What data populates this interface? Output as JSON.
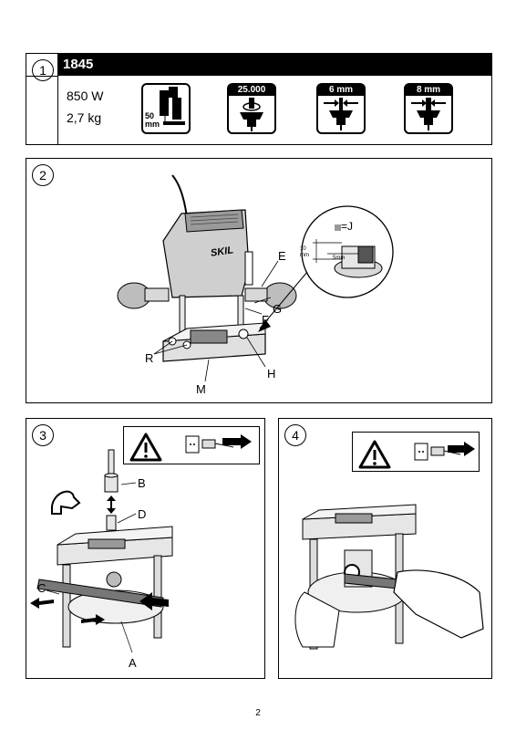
{
  "panel1": {
    "number": "1",
    "model": "1845",
    "power": "850 W",
    "weight": "2,7 kg",
    "icons": [
      {
        "name": "plunge-depth-icon",
        "caption": "",
        "value": "50 mm"
      },
      {
        "name": "speed-icon",
        "caption": "25.000"
      },
      {
        "name": "collet-6mm-icon",
        "caption": "6 mm"
      },
      {
        "name": "collet-8mm-icon",
        "caption": "8 mm"
      }
    ]
  },
  "panel2": {
    "number": "2",
    "brand": "SKIL",
    "labels": {
      "E": "E",
      "G": "G",
      "F": "F",
      "R": "R",
      "H": "H",
      "M": "M"
    },
    "detail": {
      "legend": "=J",
      "dim_height": "10 mm",
      "dim_width": "5mm"
    }
  },
  "panel3": {
    "number": "3",
    "labels": {
      "B": "B",
      "D": "D",
      "C": "C",
      "A": "A"
    }
  },
  "panel4": {
    "number": "4"
  },
  "footer": {
    "page": "2"
  }
}
